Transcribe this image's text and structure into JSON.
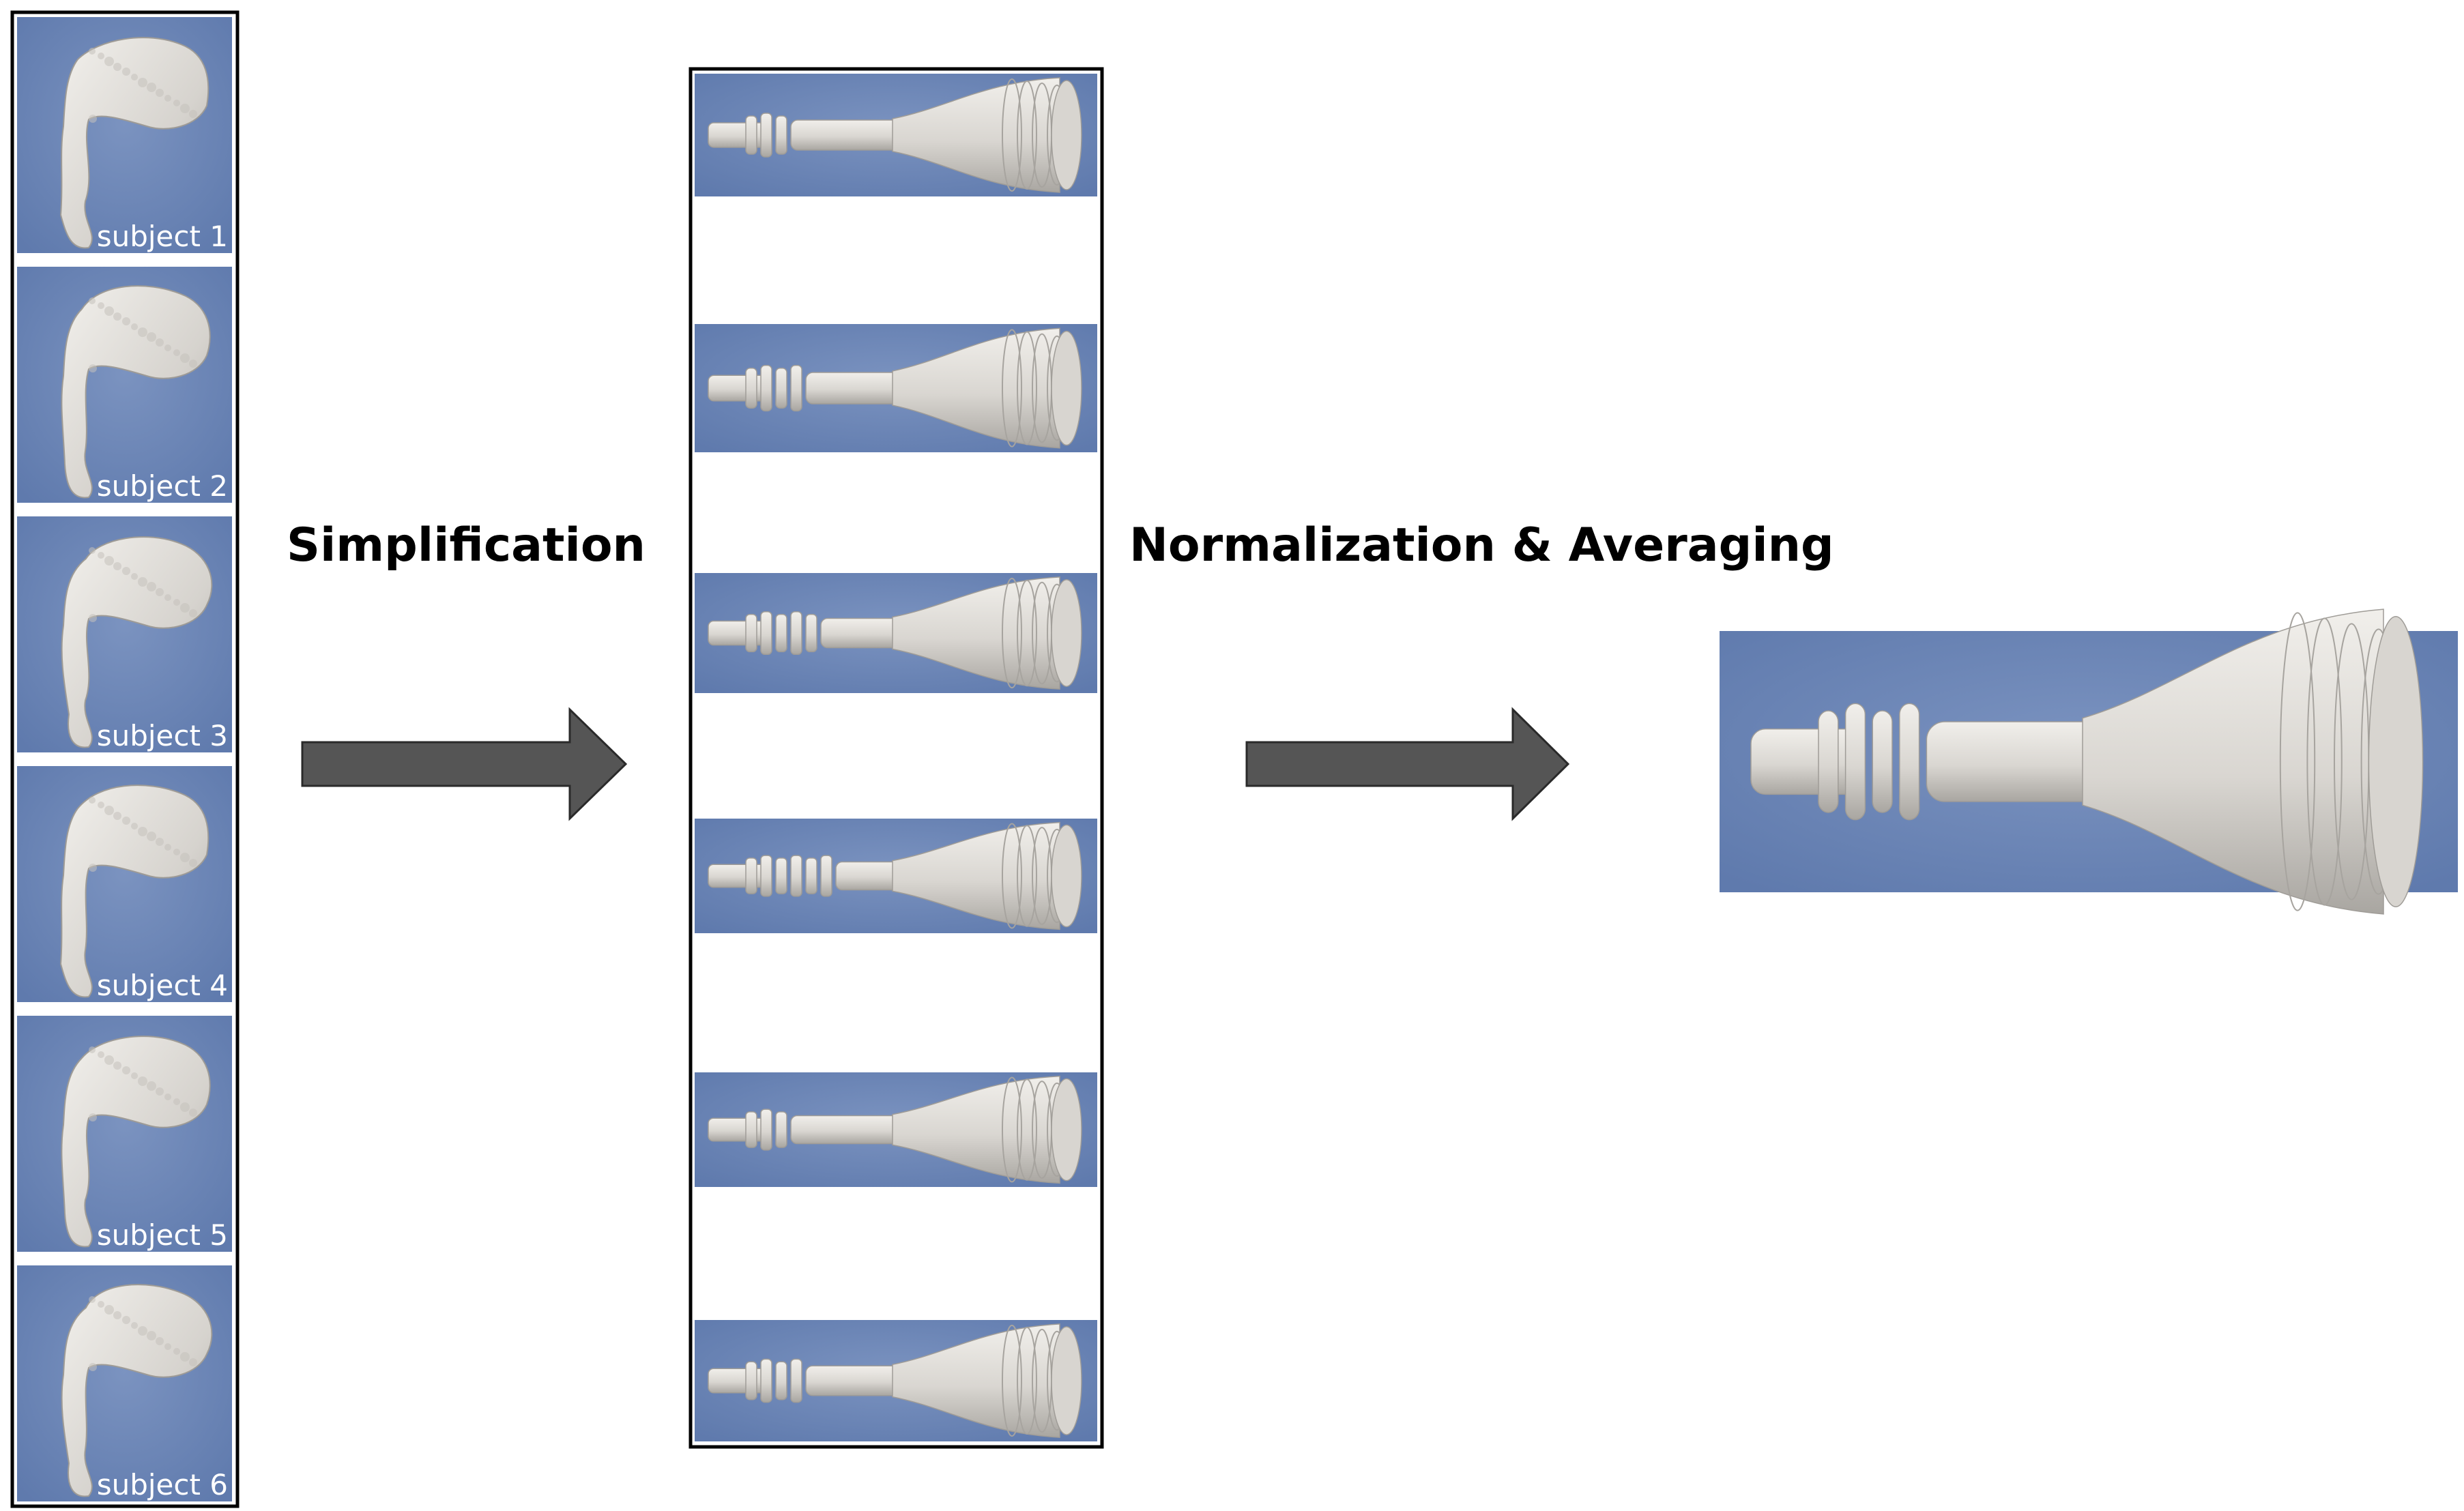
{
  "subjects": [
    {
      "label": "subject 1"
    },
    {
      "label": "subject 2"
    },
    {
      "label": "subject 3"
    },
    {
      "label": "subject 4"
    },
    {
      "label": "subject 5"
    },
    {
      "label": "subject 6"
    }
  ],
  "steps": {
    "simplification": "Simplification",
    "normalization": "Normalization & Averaging"
  },
  "colors": {
    "panel_blue": "#6782b4",
    "panel_blue_light": "#7b93c0",
    "mesh_white": "#e6e4e0",
    "mesh_shade": "#b9b6b1",
    "arrow_fill": "#555555",
    "frame": "#000000"
  }
}
